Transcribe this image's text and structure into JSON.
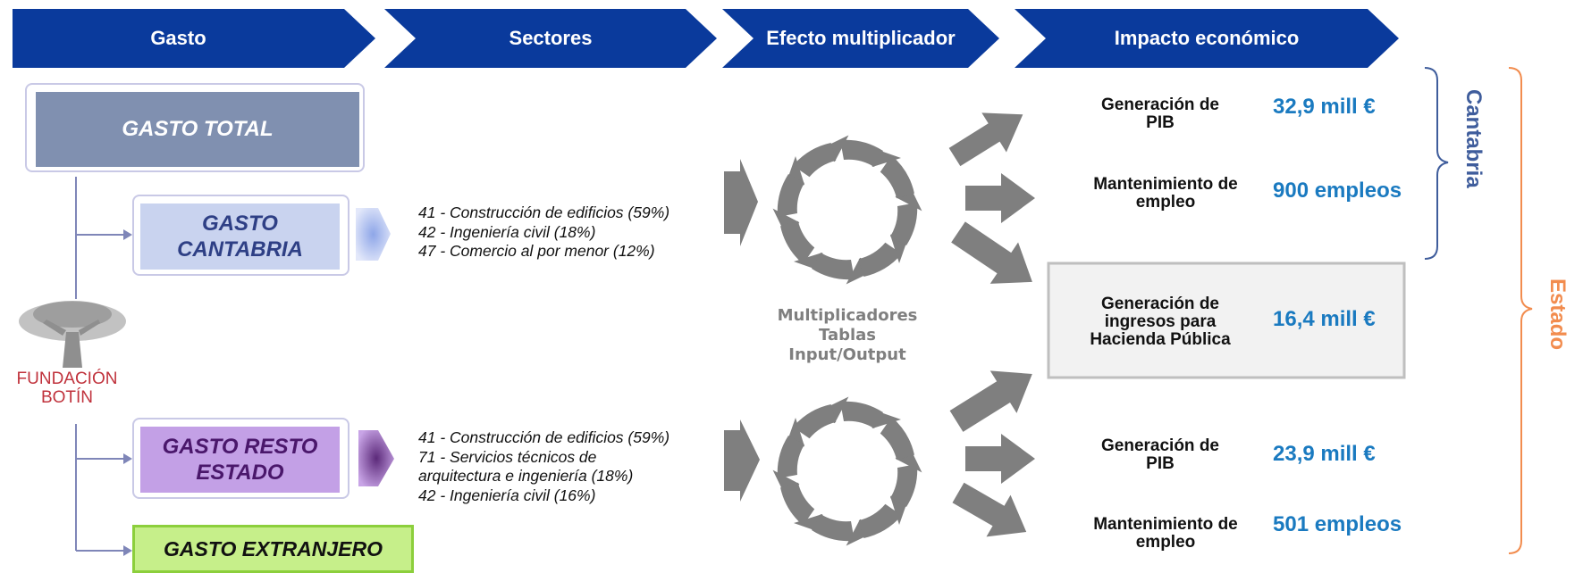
{
  "header": {
    "steps": [
      {
        "label": "Gasto"
      },
      {
        "label": "Sectores"
      },
      {
        "label": "Efecto multiplicador"
      },
      {
        "label": "Impacto económico"
      }
    ],
    "color": "#0a3a9c"
  },
  "spending": {
    "total": "GASTO TOTAL",
    "cantabria": "GASTO CANTABRIA",
    "resto": "GASTO RESTO ESTADO",
    "extranjero": "GASTO EXTRANJERO"
  },
  "sectors": {
    "cantabria": [
      "41 - Construcción de edificios (59%)",
      "42 - Ingeniería civil (18%)",
      "47 - Comercio al por menor (12%)"
    ],
    "resto": [
      "41 - Construcción de edificios (59%)",
      "71 - Servicios técnicos de",
      "arquitectura e ingeniería (18%)",
      "42 - Ingeniería civil (16%)"
    ]
  },
  "multiplier": {
    "lines": [
      "Multiplicadores",
      "Tablas",
      "Input/Output"
    ]
  },
  "impacts": [
    {
      "label_lines": [
        "Generación de",
        "PIB"
      ],
      "value": "32,9 mill €"
    },
    {
      "label_lines": [
        "Mantenimiento de",
        "empleo"
      ],
      "value": "900 empleos"
    },
    {
      "label_lines": [
        "Generación de",
        "ingresos para",
        "Hacienda Pública"
      ],
      "value": "16,4 mill €"
    },
    {
      "label_lines": [
        "Generación de",
        "PIB"
      ],
      "value": "23,9  mill €"
    },
    {
      "label_lines": [
        "Mantenimiento de",
        "empleo"
      ],
      "value": "501 empleos"
    }
  ],
  "regions": {
    "cantabria": "Cantabria",
    "estado": "Estado"
  },
  "logo": {
    "line1": "FUNDACIÓN",
    "line2": "BOTÍN"
  },
  "colors": {
    "header": "#0a3a9c",
    "value": "#1a7ac0",
    "cantabria_label": "#3f5d9c",
    "estado_label": "#f28c4e",
    "total_box": "#8090b0",
    "cantabria_box": "#c9d3ef",
    "resto_box": "#c3a0e6",
    "extranjero_box": "#c6ef8a",
    "arrows": "#7f7f7f"
  }
}
